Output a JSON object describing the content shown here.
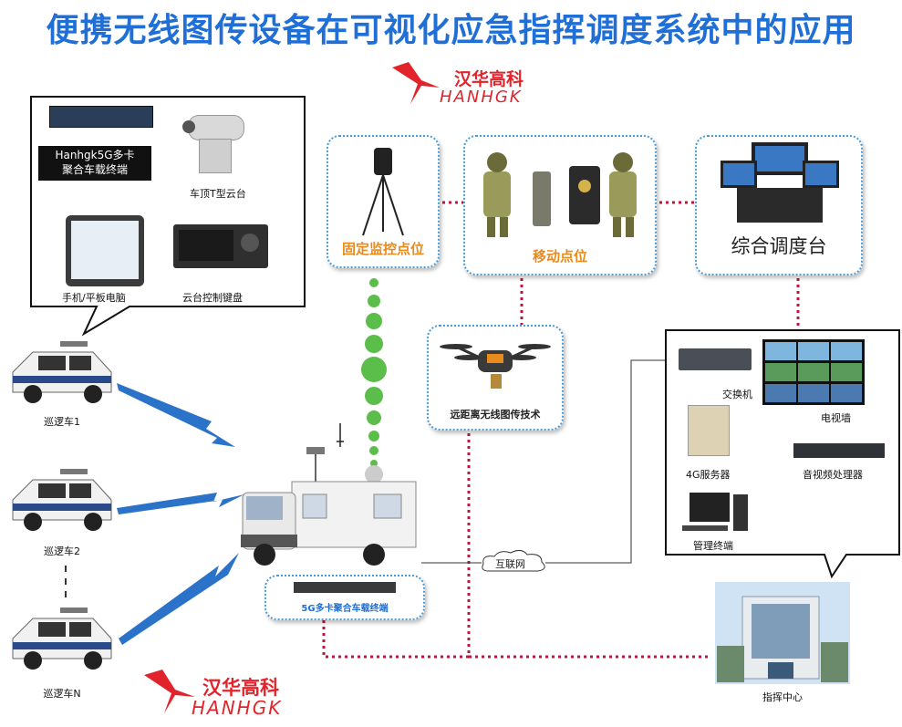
{
  "title": "便携无线图传设备在可视化应急指挥调度系统中的应用",
  "brand": {
    "name_cn": "汉华高科",
    "name_en": "HANHGK"
  },
  "colors": {
    "title": "#1f6fd6",
    "brand": "#e1242b",
    "accent_orange": "#e98a1c",
    "link_red": "#c0143c",
    "link_green": "#5bbd4a",
    "wireless_blue": "#2a73c9"
  },
  "vehicle_panel": {
    "terminal_label": "Hanhgk5G多卡\n聚合车载终端",
    "roof_ptz": "车顶T型云台",
    "tablet": "手机/平板电脑",
    "ptz_keyboard": "云台控制键盘"
  },
  "nodes": {
    "fixed_monitor": "固定监控点位",
    "mobile_point": "移动点位",
    "dispatch_console": "综合调度台",
    "drone": "远距离无线图传技术",
    "terminal_5g": "5G多卡聚合车载终端",
    "internet": "互联网",
    "command_center": "指挥中心"
  },
  "patrol_cars": [
    "巡逻车1",
    "巡逻车2",
    "巡逻车N"
  ],
  "center_panel": {
    "switch": "交换机",
    "video_wall": "电视墙",
    "server": "4G服务器",
    "av_processor": "音视频处理器",
    "management": "管理终端"
  }
}
